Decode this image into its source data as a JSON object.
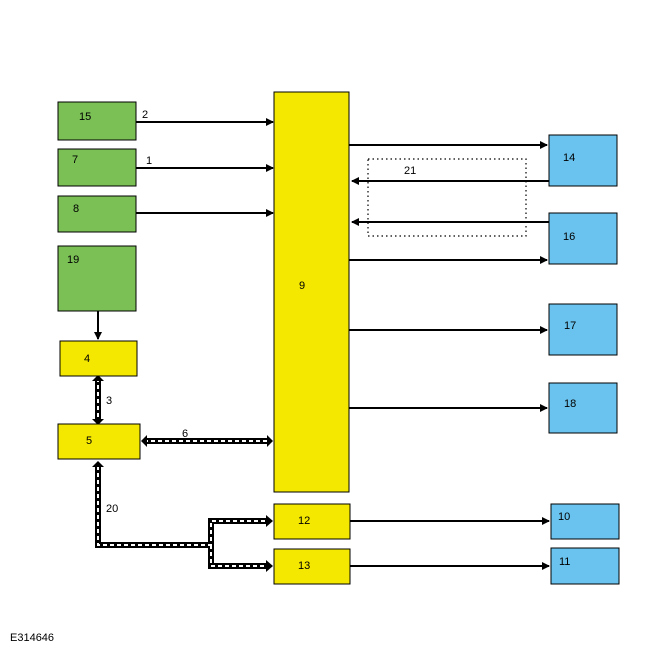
{
  "colors": {
    "green": "#7ac055",
    "yellow": "#f5e800",
    "blue": "#6ac3ee",
    "stroke": "#000000",
    "bus_dash": "#ffffff"
  },
  "boxes": {
    "b15": "15",
    "b7": "7",
    "b8": "8",
    "b19": "19",
    "b4": "4",
    "b5": "5",
    "b9": "9",
    "b12": "12",
    "b13": "13",
    "b14": "14",
    "b16": "16",
    "b17": "17",
    "b18": "18",
    "b10": "10",
    "b11": "11"
  },
  "connections": {
    "c1": "1",
    "c2": "2",
    "c3": "3",
    "c6": "6",
    "c20": "20",
    "c21": "21"
  },
  "figure_ref": "E314646"
}
